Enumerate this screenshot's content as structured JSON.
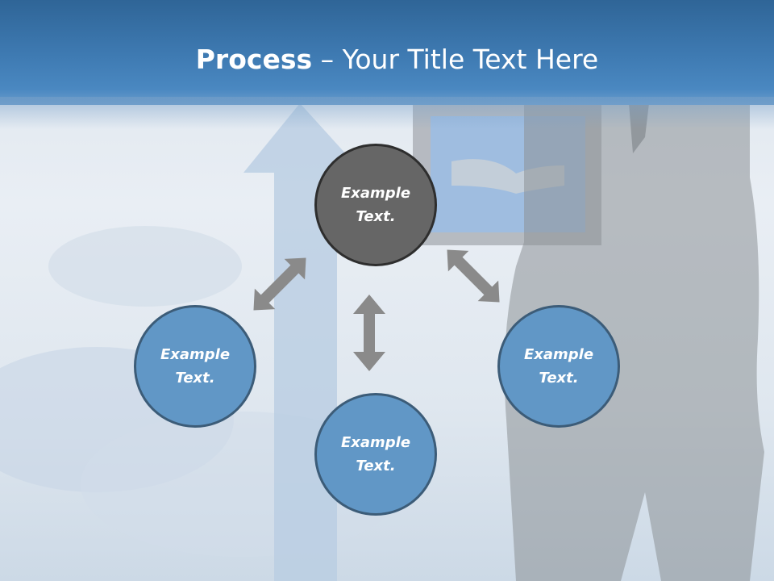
{
  "title": {
    "bold": "Process",
    "rest": " – Your Title Text Here"
  },
  "nodes": {
    "top": {
      "line1": "Example",
      "line2": "Text."
    },
    "left": {
      "line1": "Example",
      "line2": "Text."
    },
    "bottom": {
      "line1": "Example",
      "line2": "Text."
    },
    "right": {
      "line1": "Example",
      "line2": "Text."
    }
  },
  "colors": {
    "title_bar": "#3f7bb3",
    "node_blue": "#6197c6",
    "node_dark": "#666666",
    "arrow": "#8a8a8a"
  }
}
